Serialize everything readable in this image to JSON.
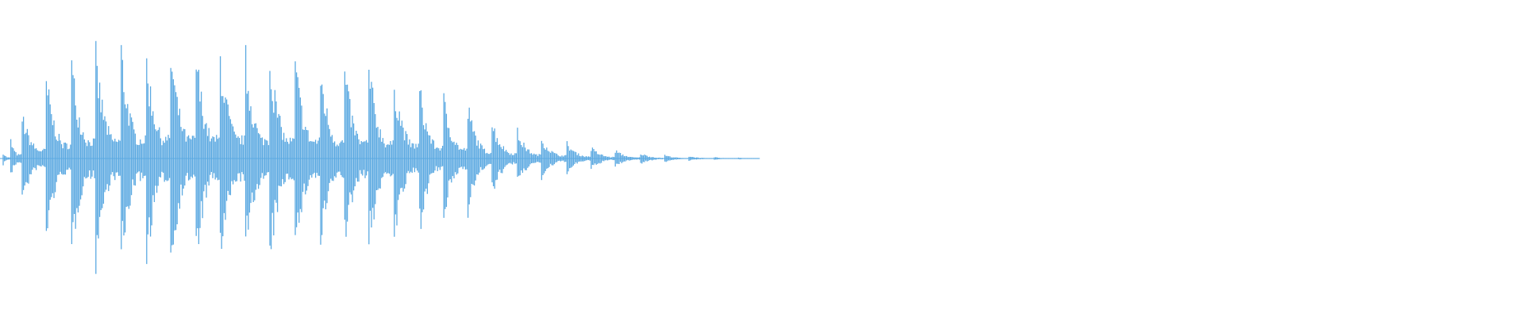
{
  "waveform": {
    "color": "#5ba9e1",
    "background": "#ffffff",
    "duration_fraction": 0.5,
    "bursts": [
      {
        "pos": 0.0,
        "peak": 0.05
      },
      {
        "pos": 0.009,
        "peak": 0.18
      },
      {
        "pos": 0.024,
        "peak": 0.4
      },
      {
        "pos": 0.057,
        "peak": 0.66
      },
      {
        "pos": 0.09,
        "peak": 0.83
      },
      {
        "pos": 0.122,
        "peak": 0.87
      },
      {
        "pos": 0.156,
        "peak": 0.91
      },
      {
        "pos": 0.188,
        "peak": 0.95
      },
      {
        "pos": 0.221,
        "peak": 0.95
      },
      {
        "pos": 0.254,
        "peak": 0.95
      },
      {
        "pos": 0.286,
        "peak": 0.96
      },
      {
        "pos": 0.319,
        "peak": 0.93
      },
      {
        "pos": 0.352,
        "peak": 0.91
      },
      {
        "pos": 0.385,
        "peak": 0.87
      },
      {
        "pos": 0.418,
        "peak": 0.85
      },
      {
        "pos": 0.45,
        "peak": 0.81
      },
      {
        "pos": 0.483,
        "peak": 0.78
      },
      {
        "pos": 0.516,
        "peak": 0.72
      },
      {
        "pos": 0.549,
        "peak": 0.65
      },
      {
        "pos": 0.581,
        "peak": 0.54
      },
      {
        "pos": 0.614,
        "peak": 0.44
      },
      {
        "pos": 0.646,
        "peak": 0.31
      },
      {
        "pos": 0.679,
        "peak": 0.24
      },
      {
        "pos": 0.711,
        "peak": 0.18
      },
      {
        "pos": 0.744,
        "peak": 0.14
      },
      {
        "pos": 0.776,
        "peak": 0.1
      },
      {
        "pos": 0.809,
        "peak": 0.07
      },
      {
        "pos": 0.841,
        "peak": 0.05
      },
      {
        "pos": 0.874,
        "peak": 0.03
      },
      {
        "pos": 0.906,
        "peak": 0.02
      },
      {
        "pos": 0.939,
        "peak": 0.012
      },
      {
        "pos": 0.971,
        "peak": 0.008
      },
      {
        "pos": 1.0,
        "peak": 0.004
      }
    ]
  }
}
